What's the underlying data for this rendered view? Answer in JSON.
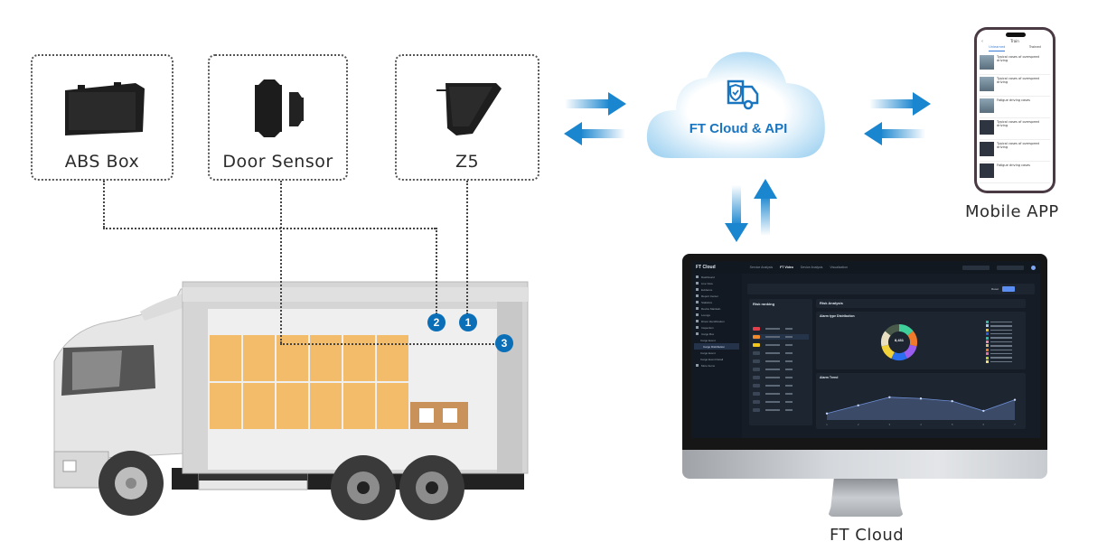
{
  "devices": [
    {
      "id": "abs-box",
      "label": "ABS Box",
      "badge": "2"
    },
    {
      "id": "door-sensor",
      "label": "Door Sensor",
      "badge": "3"
    },
    {
      "id": "z5",
      "label": "Z5",
      "badge": "1"
    }
  ],
  "cloud": {
    "label": "FT Cloud & API",
    "icon": "truck-shield-icon"
  },
  "mobile": {
    "caption": "Mobile APP",
    "screen": {
      "title": "Train",
      "tabs": [
        {
          "label": "Unlearned",
          "active": true
        },
        {
          "label": "Trained",
          "active": false
        }
      ],
      "items": [
        {
          "title": "Typical cases of overspeed driving",
          "thumb": "photo"
        },
        {
          "title": "Typical cases of overspeed driving",
          "thumb": "photo"
        },
        {
          "title": "Fatigue driving cases",
          "thumb": "photo"
        },
        {
          "title": "Typical cases of overspeed driving",
          "thumb": "dark"
        },
        {
          "title": "Typical cases of overspeed driving",
          "thumb": "dark"
        },
        {
          "title": "Fatigue driving cases",
          "thumb": "dark"
        }
      ]
    }
  },
  "desktop": {
    "caption": "FT Cloud",
    "screen": {
      "logo": "FT Cloud",
      "nav": [
        {
          "label": "Service Analysis",
          "active": false
        },
        {
          "label": "FT Video",
          "active": true
        },
        {
          "label": "Device Analysis",
          "active": false
        },
        {
          "label": "Visualization",
          "active": false
        }
      ],
      "sidebar": [
        "Dashboard",
        "Live View",
        "Evidence",
        "Report Center",
        "Statistics",
        "Device Maintain",
        "Lounge",
        "Driver Identification",
        "Inspection",
        "Cargo Box"
      ],
      "sidebar_sub": [
        "Cargo Event",
        "Cargo Distribution",
        "Cargo Event",
        "Cargo Event Detail"
      ],
      "sidebar_last": "More Items",
      "risk_ranking_title": "Risk ranking",
      "risk_analysis_title": "Risk Analysis",
      "alarm_distribution_title": "Alarm type Distribution",
      "alarm_total": "8,431",
      "alarm_total_label": "total alarms",
      "alarm_trend_title": "Alarm Trend",
      "search_button": "Search",
      "reset_button": "Reset",
      "rank_tag_colors": [
        "#e0404a",
        "#f08a2c",
        "#f2c51d"
      ]
    }
  },
  "colors": {
    "accent_blue": "#0b6fb8",
    "arrow_blue": "#1a86cf",
    "cloud_text": "#1a75c0",
    "box_orange": "#f2bc6a"
  },
  "chart_data": [
    {
      "type": "pie",
      "title": "Alarm type Distribution",
      "center_label": "8,431",
      "slices": [
        {
          "color": "#3ecf9a"
        },
        {
          "color": "#f07a2c"
        },
        {
          "color": "#9b5cf0"
        },
        {
          "color": "#2a6ff0"
        },
        {
          "color": "#f2d23a"
        },
        {
          "color": "#e8e0c0"
        },
        {
          "color": "#4a5a4a"
        }
      ],
      "legend_colors": [
        "#3ab3a0",
        "#a8c8e8",
        "#e6c230",
        "#2a5fe0",
        "#2ac0a8",
        "#e88aa8",
        "#d8c080",
        "#f07a2c",
        "#e870a0",
        "#b8d040",
        "#f0e080"
      ],
      "legend": "right"
    },
    {
      "type": "area",
      "title": "Alarm Trend",
      "x": [
        "1",
        "2",
        "3",
        "4",
        "5",
        "6",
        "7"
      ],
      "values": [
        20,
        45,
        70,
        66,
        58,
        28,
        62
      ],
      "ylim": [
        0,
        100
      ],
      "grid": false
    }
  ]
}
